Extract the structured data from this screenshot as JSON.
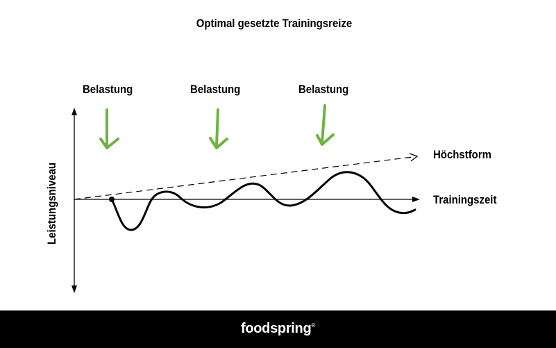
{
  "title": "Optimal gesetzte Trainingsreize",
  "load_labels": [
    "Belastung",
    "Belastung",
    "Belastung"
  ],
  "y_axis_label": "Leistungsniveau",
  "peak_label": "Höchstform",
  "x_axis_label": "Trainingszeit",
  "brand": {
    "name": "foodspring",
    "mark": "®"
  },
  "colors": {
    "arrow": "#6db33f",
    "line": "#000000",
    "footer": "#000000"
  },
  "icons": {
    "load_arrow": "arrow-down-icon"
  }
}
